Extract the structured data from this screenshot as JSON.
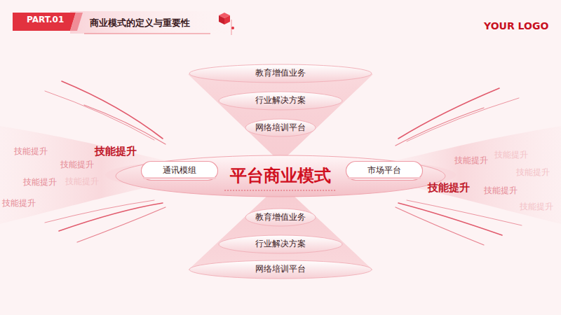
{
  "diagram": {
    "title": "商业模式的定义与重要性",
    "nodes": [
      {
        "text": [
          "教育增值业务"
        ]
      },
      {
        "text": [
          "行业解决方案"
        ]
      },
      {
        "text": [
          "网络培训平台"
        ]
      },
      {
        "text": [
          "平台商业模式"
        ]
      },
      {
        "text": [
          "通讯模组"
        ],
        "in": 3
      },
      {
        "text": [
          "市场平台"
        ],
        "in": 3
      },
      {
        "text": [
          "教育增值业务"
        ]
      },
      {
        "text": [
          "行业解决方案"
        ]
      },
      {
        "text": [
          "网络培训平台"
        ]
      }
    ],
    "labels": [
      "PART.01",
      "YOUR LOGO",
      "技能提升",
      "技能提升",
      "技能提升",
      "技能提升",
      "技能提升",
      "技能提升",
      "技能提升",
      "技能提升",
      "技能提升",
      "技能提升",
      "技能提升",
      "技能提升"
    ]
  }
}
